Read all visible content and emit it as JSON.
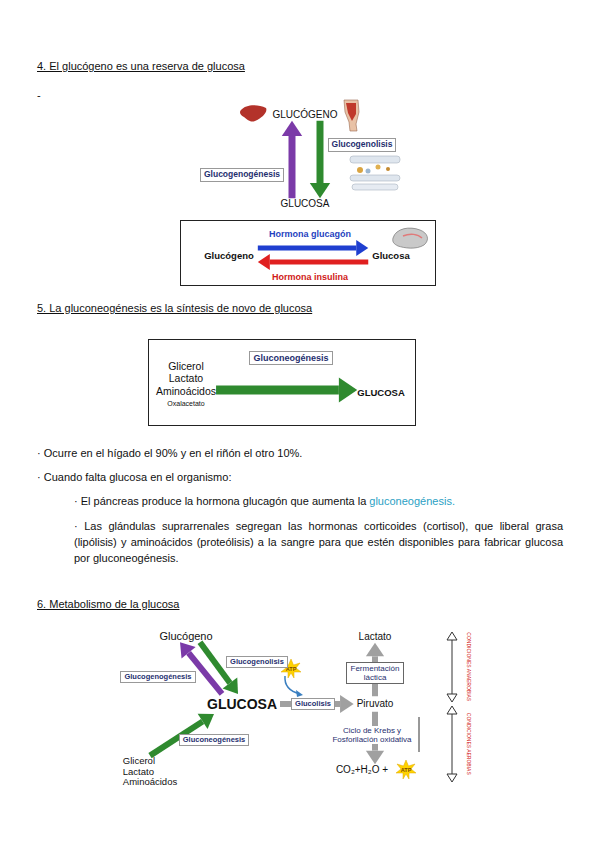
{
  "diagram": {
    "nodes": [
      {
        "text": [
          "GLUCÓGENO"
        ]
      },
      {
        "text": [
          "GLUCOSA"
        ]
      },
      {
        "text": []
      },
      {
        "text": [
          "Glucógeno"
        ],
        "in": 2
      },
      {
        "text": [
          "Glucosa"
        ],
        "in": 2
      },
      {
        "text": []
      },
      {
        "text": [
          "Glicerol Lactato Aminoácidos",
          "Oxalacetato"
        ],
        "in": 5
      },
      {
        "text": [
          "GLUCOSA"
        ],
        "in": 5
      },
      {
        "text": [
          "Glucógeno"
        ]
      },
      {
        "text": [
          "GLUCOSA"
        ]
      },
      {
        "text": [
          "Glicerol Lactato Aminoácidos"
        ]
      },
      {
        "text": [
          "Piruvato"
        ]
      },
      {
        "text": [
          "Lactato"
        ]
      },
      {
        "text": [
          "CO₂+H₂O +"
        ]
      }
    ],
    "edges": [
      {
        "from": 1,
        "to": 0,
        "label": "Glucogenogénesis",
        "arrow": "to"
      },
      {
        "from": 0,
        "to": 1,
        "label": "Glucogenolisis",
        "arrow": "to"
      },
      {
        "from": 3,
        "to": 4,
        "label": "Hormona glucagón",
        "arrow": "to"
      },
      {
        "from": 4,
        "to": 3,
        "label": "Hormona insulina",
        "arrow": "to"
      },
      {
        "from": 6,
        "to": 7,
        "label": "Gluconeogénesis",
        "arrow": "to"
      },
      {
        "from": 8,
        "to": 9,
        "label": "Glucogenolisis",
        "arrow": "to"
      },
      {
        "from": 9,
        "to": 8,
        "label": "Glucogenogénesis",
        "arrow": "to"
      },
      {
        "from": 10,
        "to": 9,
        "label": "Gluconeogénesis",
        "arrow": "to"
      },
      {
        "from": 9,
        "to": 11,
        "label": "Glucolisis",
        "arrow": "to"
      },
      {
        "from": 11,
        "to": 12,
        "label": "Fermentación láctica",
        "arrow": "to"
      },
      {
        "from": 11,
        "to": 13,
        "label": "Ciclo de Krebs y Fosforilación oxidativa",
        "arrow": "to"
      }
    ],
    "labels": [
      "4. El glucógeno es una reserva de glucosa",
      "-",
      "5. La gluconeogénesis es la síntesis de novo de glucosa",
      "· Ocurre en el hígado el 90% y en el riñón el otro 10%.",
      "· Cuando falta glucosa en el organismo:",
      "· El páncreas produce la hormona glucagón que aumenta la",
      "gluconeogénesis.",
      "· Las glándulas suprarrenales segregan las hormonas corticoides (cortisol), que liberal grasa (lipólisis) y aminoácidos (proteólisis) a la sangre para que estén disponibles para fabricar glucosa por gluconeogénesis.",
      "6. Metabolismo de la glucosa",
      "ATP",
      "ATP",
      "CONDICIONES ANAEROBIAS",
      "CONDICIONES AEROBIAS"
    ]
  }
}
